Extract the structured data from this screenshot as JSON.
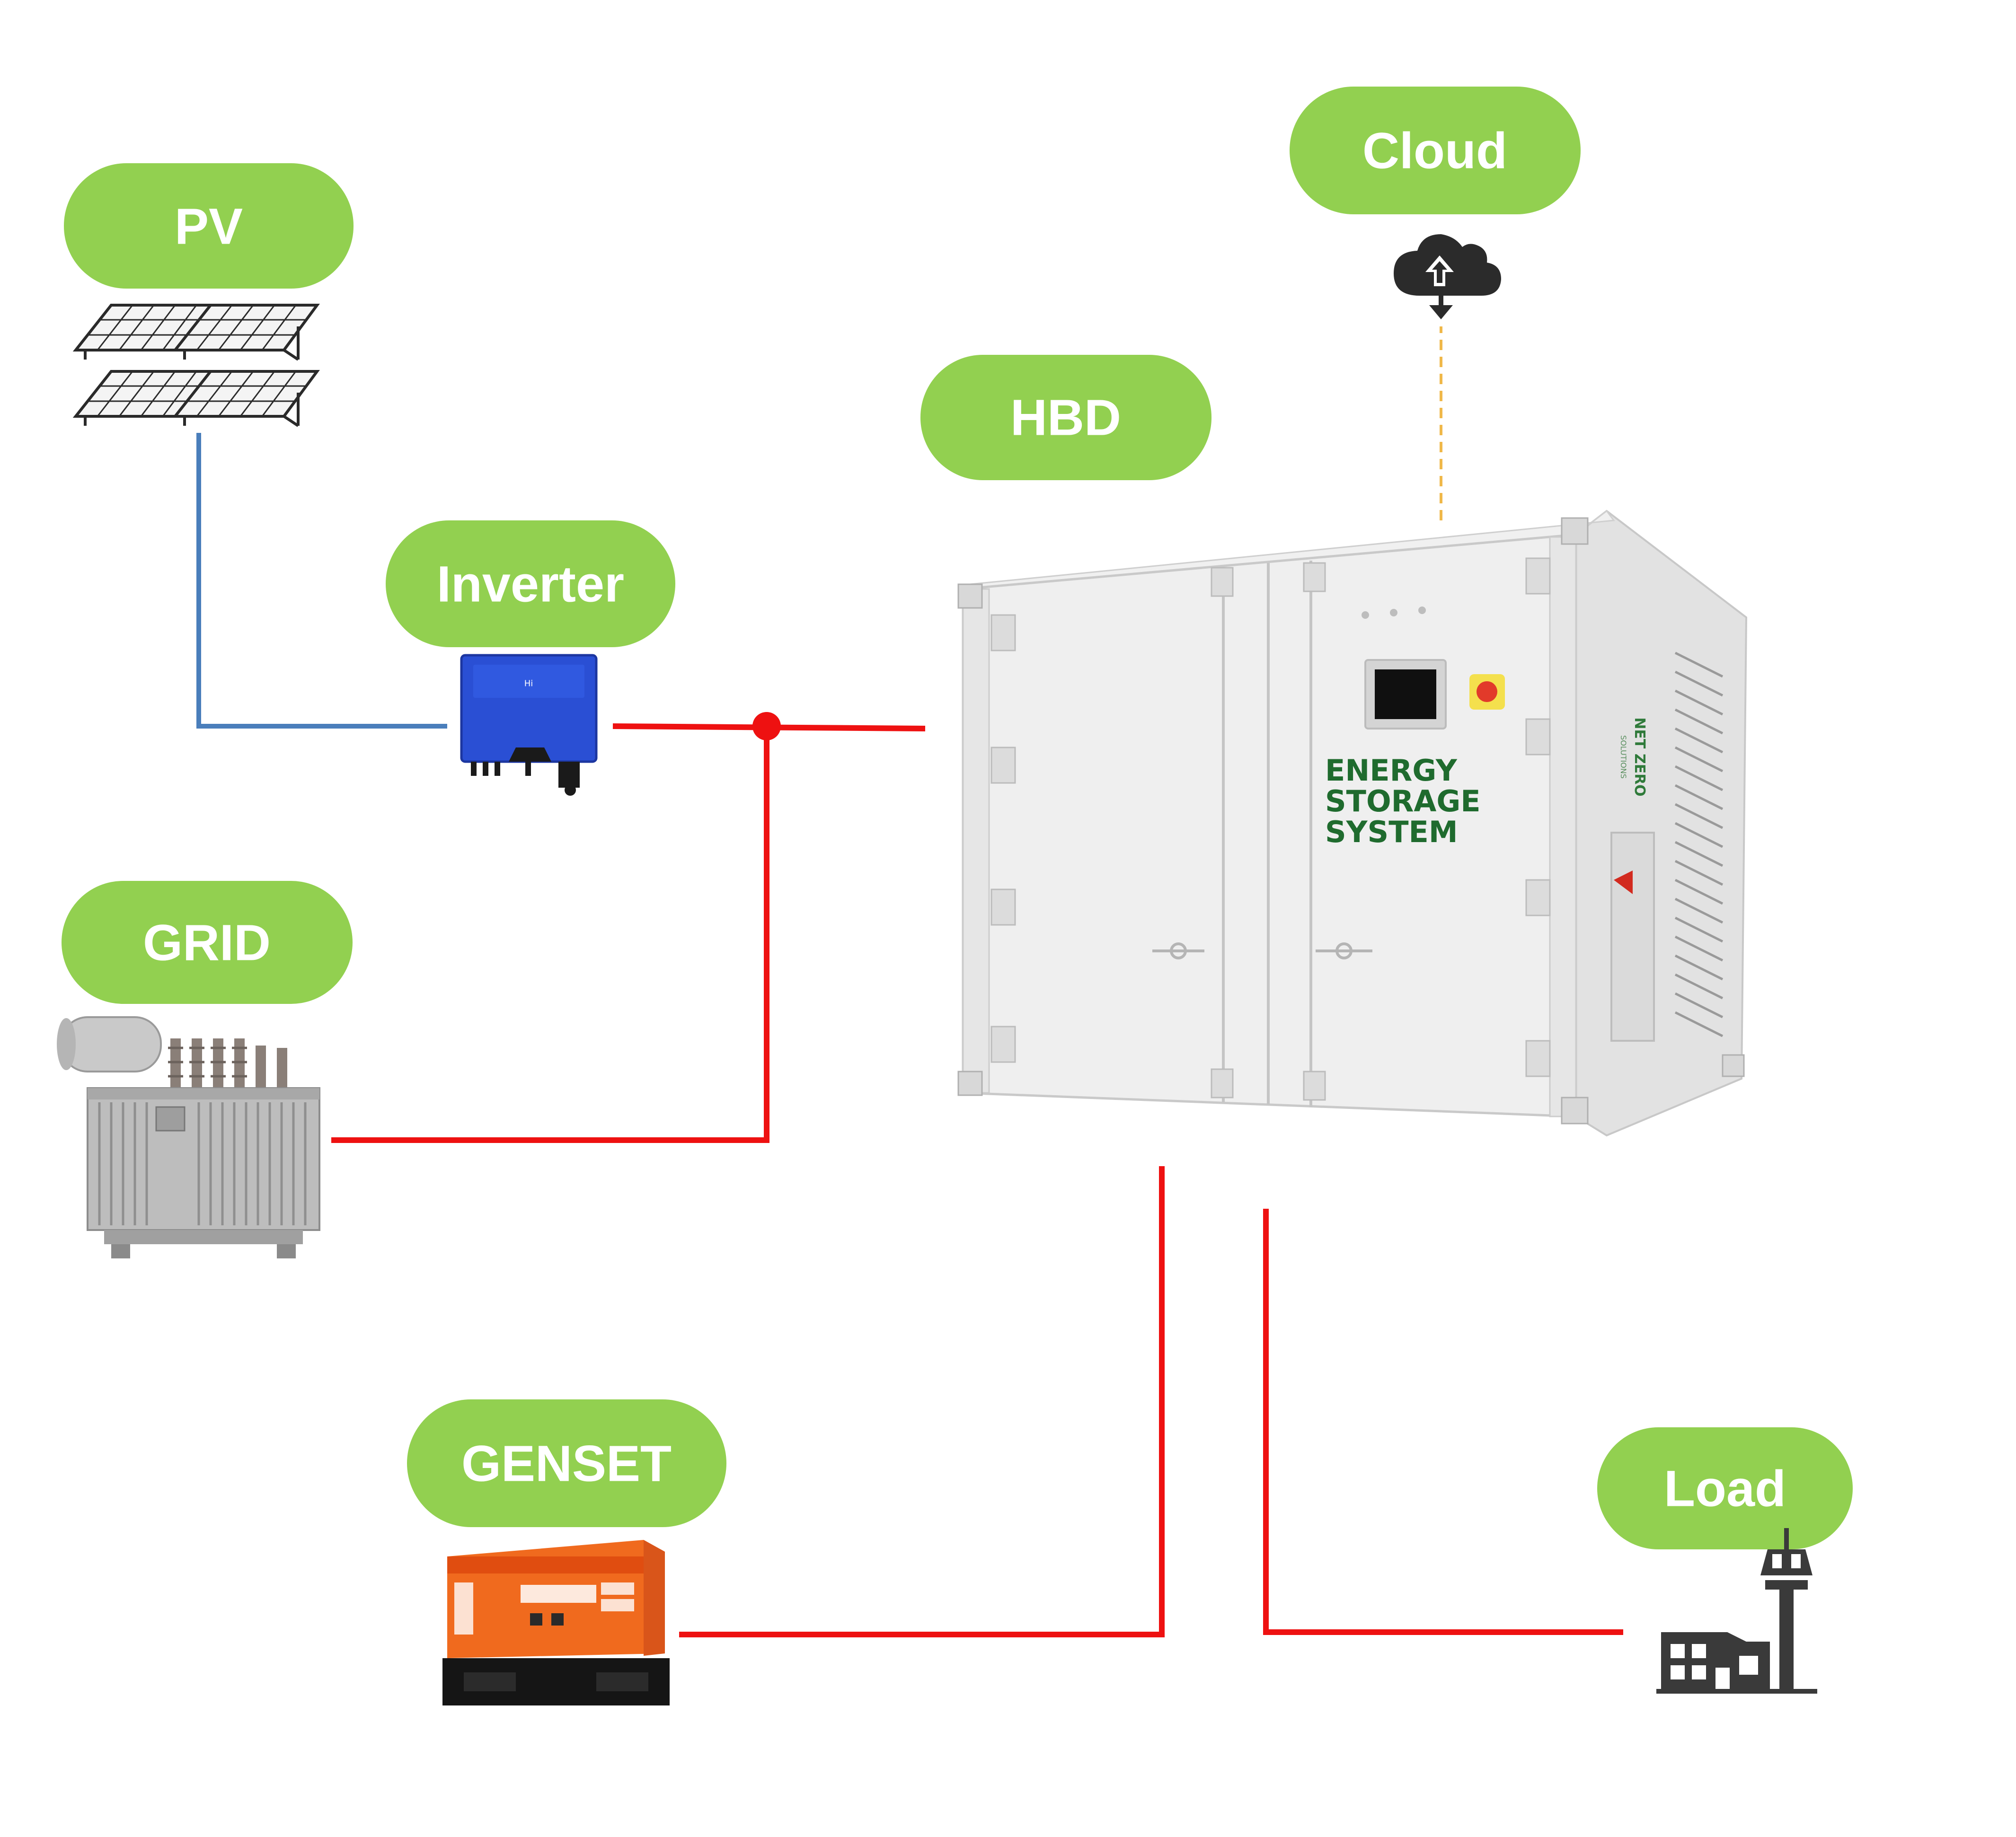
{
  "colors": {
    "pill": "#92d050",
    "dc_line": "#4a7ebb",
    "ac_line": "#ee1111",
    "data_link": "#f0b84a",
    "ess_text": "#1f6b2e"
  },
  "nodes": {
    "pv": {
      "label": "PV",
      "icon": "solar-panel-icon"
    },
    "inverter": {
      "label": "Inverter",
      "icon": "inverter-icon",
      "brand": "Hi"
    },
    "grid": {
      "label": "GRID",
      "icon": "transformer-icon"
    },
    "genset": {
      "label": "GENSET",
      "icon": "generator-icon"
    },
    "hbd": {
      "label": "HBD",
      "icon": "energy-storage-container-icon"
    },
    "cloud": {
      "label": "Cloud",
      "icon": "cloud-icon"
    },
    "load": {
      "label": "Load",
      "icon": "building-icon"
    }
  },
  "container": {
    "text_lines": [
      "ENERGY",
      "STORAGE",
      "SYSTEM"
    ],
    "brand": "NET ZERO",
    "brand_sub": "SOLUTIONS"
  }
}
